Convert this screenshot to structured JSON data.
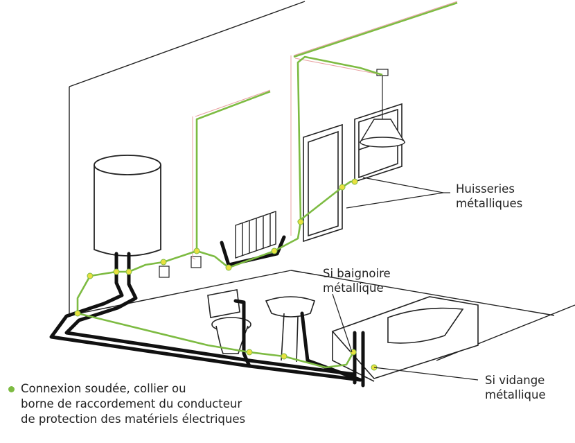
{
  "labels": {
    "door_window_frames": [
      "Huisseries",
      "métalliques"
    ],
    "bathtub": [
      "Si baignoire",
      "métallique"
    ],
    "drain": [
      "Si vidange",
      "métallique"
    ]
  },
  "legend": {
    "lines": [
      "Connexion soudée, collier ou",
      "borne de raccordement du conducteur",
      "de protection des matériels électriques"
    ]
  },
  "colors": {
    "bonding_conductor": "#7dbb42",
    "connection_point": "#e8e040",
    "legend_dot": "#7dbb42",
    "pipe": "#111111",
    "outline": "#222222",
    "cable_trace": "#e8a0a0"
  }
}
